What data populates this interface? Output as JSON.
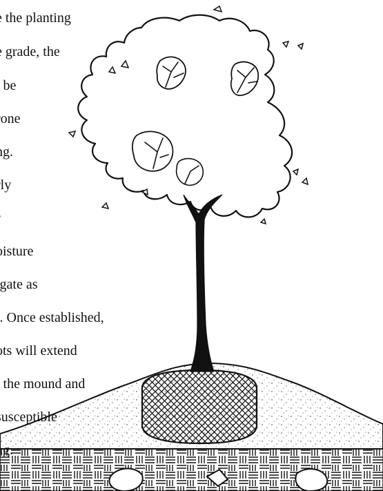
{
  "text_lines": [
    "e the planting",
    "e grade, the",
    "l be",
    "rone",
    "ng.",
    "rly",
    "r",
    "oisture",
    "igate as",
    "l.  Once established,",
    "ots will extend",
    "l the mound and",
    "susceptible",
    "ng."
  ],
  "colors": {
    "ink": "#111111",
    "paper": "#ffffff"
  },
  "illustration": {
    "subject": "tree-planted-on-mound-drawing"
  }
}
